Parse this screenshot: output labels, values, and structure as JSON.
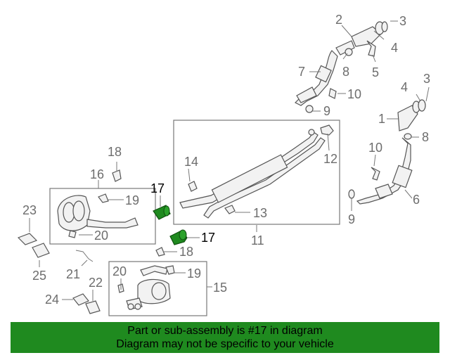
{
  "diagram": {
    "highlight_color": "#1f8a1f",
    "callouts": {
      "c1": "1",
      "c2": "2",
      "c3a": "3",
      "c3b": "3",
      "c4a": "4",
      "c4b": "4",
      "c5": "5",
      "c6": "6",
      "c7": "7",
      "c8a": "8",
      "c8b": "8",
      "c9a": "9",
      "c9b": "9",
      "c10a": "10",
      "c10b": "10",
      "c11": "11",
      "c12": "12",
      "c13": "13",
      "c14": "14",
      "c15": "15",
      "c16": "16",
      "c17a": "17",
      "c17b": "17",
      "c18a": "18",
      "c18b": "18",
      "c19a": "19",
      "c19b": "19",
      "c20a": "20",
      "c20b": "20",
      "c21": "21",
      "c22": "22",
      "c23": "23",
      "c24": "24",
      "c25": "25"
    }
  },
  "banner": {
    "line1": "Part or sub-assembly is #17 in diagram",
    "line2": "Diagram may not be specific to your vehicle",
    "background": "#1f8a1f"
  }
}
